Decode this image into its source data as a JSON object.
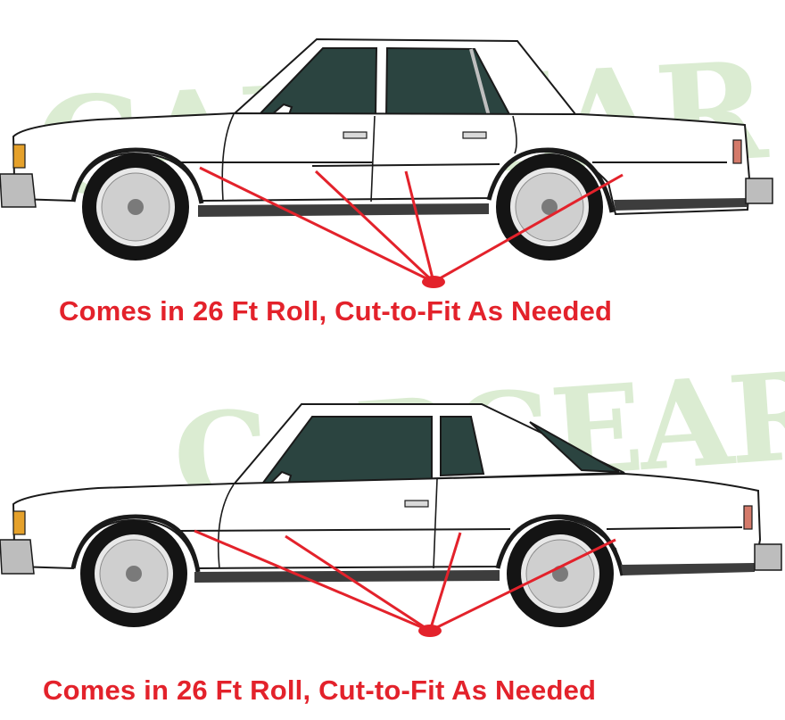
{
  "colors": {
    "accent_red": "#e3222b",
    "car_body": "#ffffff",
    "outline": "#1a1a1a",
    "glass": "#2b4440",
    "trim": "#3d3d3d",
    "tire": "#141414",
    "watermark": "#cfe6c4"
  },
  "top_panel": {
    "caption": "Comes in 26 Ft Roll, Cut-to-Fit As Needed",
    "watermark_text": "CARGEAR"
  },
  "bottom_panel": {
    "caption": "Comes in 26 Ft Roll, Cut-to-Fit As Needed",
    "watermark_text": "CARGEAR"
  }
}
